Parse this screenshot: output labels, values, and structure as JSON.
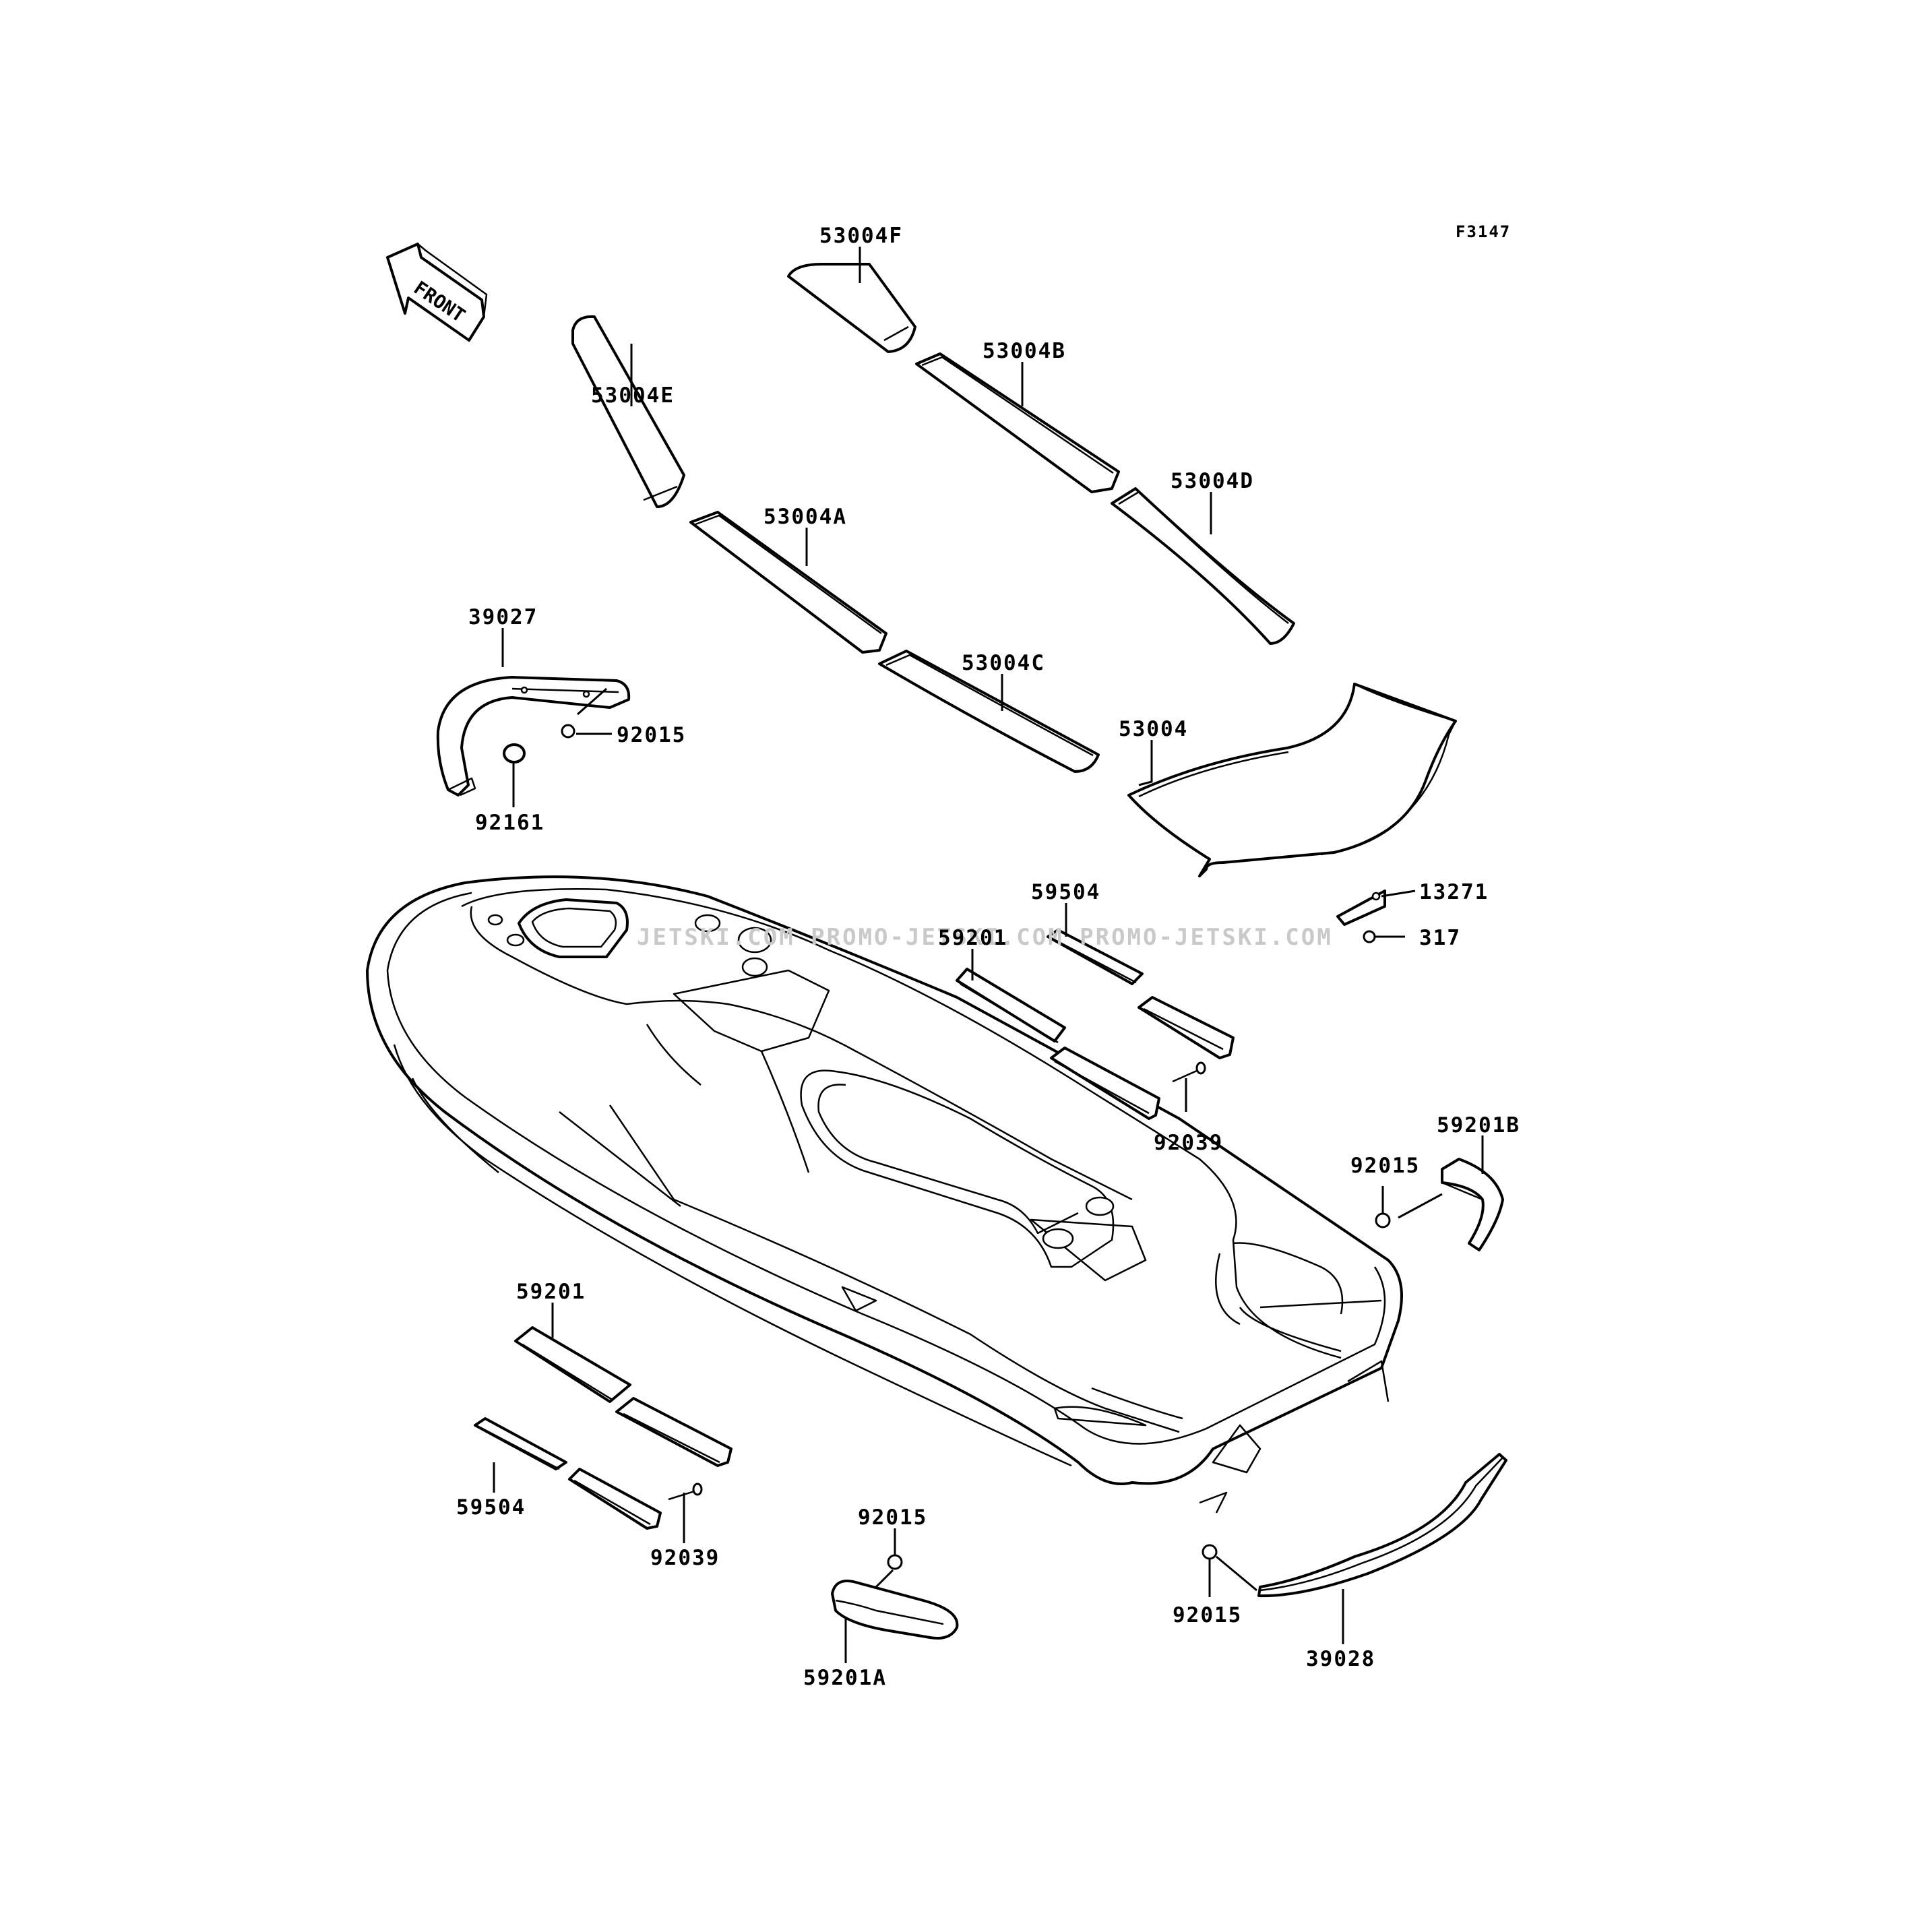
{
  "figure": {
    "ref_code": "F3147",
    "front_arrow_label": "FRONT",
    "watermark": "JETSKI.COM  PROMO-JETSKI.COM  PROMO-JETSKI.COM"
  },
  "parts": {
    "p_53004F": "53004F",
    "p_53004B": "53004B",
    "p_53004E": "53004E",
    "p_53004A": "53004A",
    "p_53004D": "53004D",
    "p_53004C": "53004C",
    "p_53004": "53004",
    "p_39027": "39027",
    "p_92015_top": "92015",
    "p_92161": "92161",
    "p_59504_top": "59504",
    "p_59201_top": "59201",
    "p_13271": "13271",
    "p_317": "317",
    "p_92039_top": "92039",
    "p_59201B": "59201B",
    "p_92015_right": "92015",
    "p_59201_left": "59201",
    "p_59504_left": "59504",
    "p_92039_left": "92039",
    "p_92015_bottom": "92015",
    "p_59201A": "59201A",
    "p_92015_bottomright": "92015",
    "p_39028": "39028"
  }
}
